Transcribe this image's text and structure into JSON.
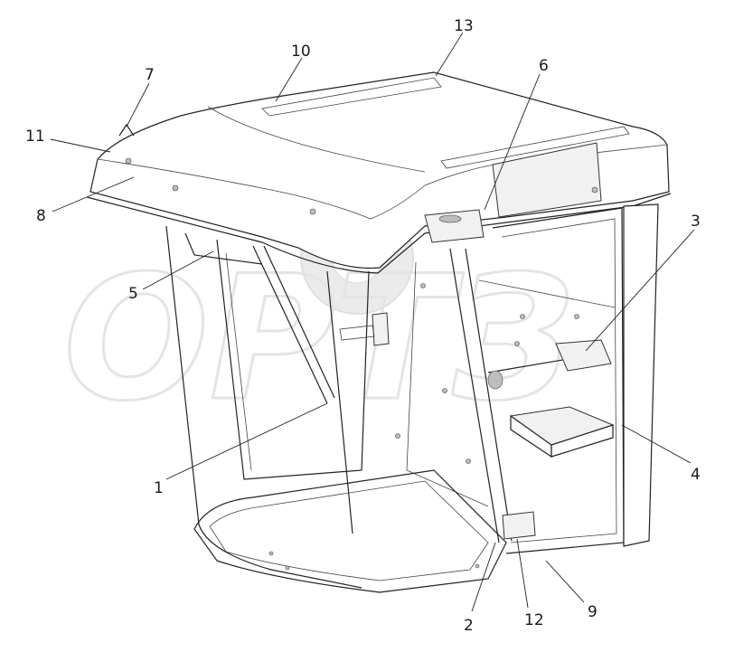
{
  "watermark": "ОРТЗ",
  "callouts": [
    {
      "id": "c1",
      "label": "1"
    },
    {
      "id": "c2",
      "label": "2"
    },
    {
      "id": "c3",
      "label": "3"
    },
    {
      "id": "c4",
      "label": "4"
    },
    {
      "id": "c5",
      "label": "5"
    },
    {
      "id": "c6",
      "label": "6"
    },
    {
      "id": "c7",
      "label": "7"
    },
    {
      "id": "c8",
      "label": "8"
    },
    {
      "id": "c9",
      "label": "9"
    },
    {
      "id": "c10",
      "label": "10"
    },
    {
      "id": "c11",
      "label": "11"
    },
    {
      "id": "c12",
      "label": "12"
    },
    {
      "id": "c13",
      "label": "13"
    }
  ]
}
